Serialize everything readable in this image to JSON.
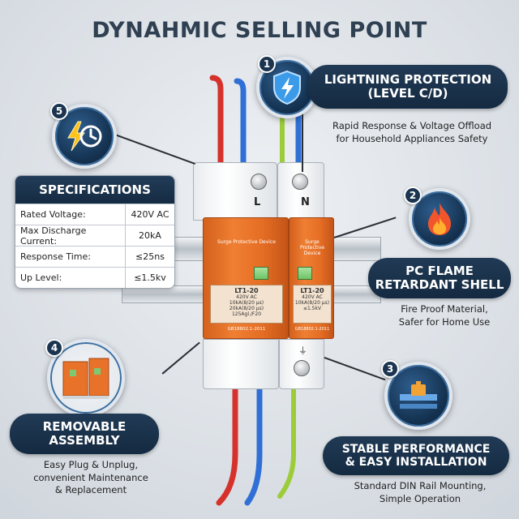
{
  "title": "DYNAHMIC SELLING POINT",
  "features": [
    {
      "number": "1",
      "icon": "lightning-shield-icon",
      "heading_lines": [
        "LIGHTNING PROTECTION",
        "(LEVEL C/D)"
      ],
      "desc_lines": [
        "Rapid Response & Voltage Offload",
        "for Household Appliances Safety"
      ]
    },
    {
      "number": "2",
      "icon": "flame-icon",
      "heading_lines": [
        "PC FLAME",
        "RETARDANT SHELL"
      ],
      "desc_lines": [
        "Fire Proof Material,",
        "Safer for Home Use"
      ]
    },
    {
      "number": "3",
      "icon": "din-rail-icon",
      "heading_lines": [
        "STABLE PERFORMANCE",
        "& EASY INSTALLATION"
      ],
      "desc_lines": [
        "Standard DIN Rail Mounting,",
        "Simple Operation"
      ]
    },
    {
      "number": "4",
      "icon": "removable-module-icon",
      "heading_lines": [
        "REMOVABLE",
        "ASSEMBLY"
      ],
      "desc_lines": [
        "Easy Plug & Unplug,",
        "convenient Maintenance",
        "& Replacement"
      ]
    },
    {
      "number": "5",
      "icon": "fast-response-icon"
    }
  ],
  "specs": {
    "heading": "SPECIFICATIONS",
    "rows": [
      {
        "key": "Rated Voltage:",
        "value": "420V AC"
      },
      {
        "key": "Max Discharge Current:",
        "value": "20kA"
      },
      {
        "key": "Response Time:",
        "value": "≤25ns"
      },
      {
        "key": "Up Level:",
        "value": "≤1.5kv"
      }
    ]
  },
  "device": {
    "terminal_left": "L",
    "terminal_right": "N",
    "module_name": "Surge Protective Device",
    "model": "LT1-20",
    "spec_lines": [
      "420V AC",
      "10kA(8/20 μs)",
      "20kA(8/20 μs)",
      "≤1.5kV",
      "125Agl./F20"
    ],
    "standard": "GB18802.1-2011"
  },
  "colors": {
    "navy": "#1b3550",
    "orange": "#e8722a",
    "wire_red": "#d6322c",
    "wire_blue": "#2f6fd6",
    "wire_green": "#9ccc3a"
  }
}
